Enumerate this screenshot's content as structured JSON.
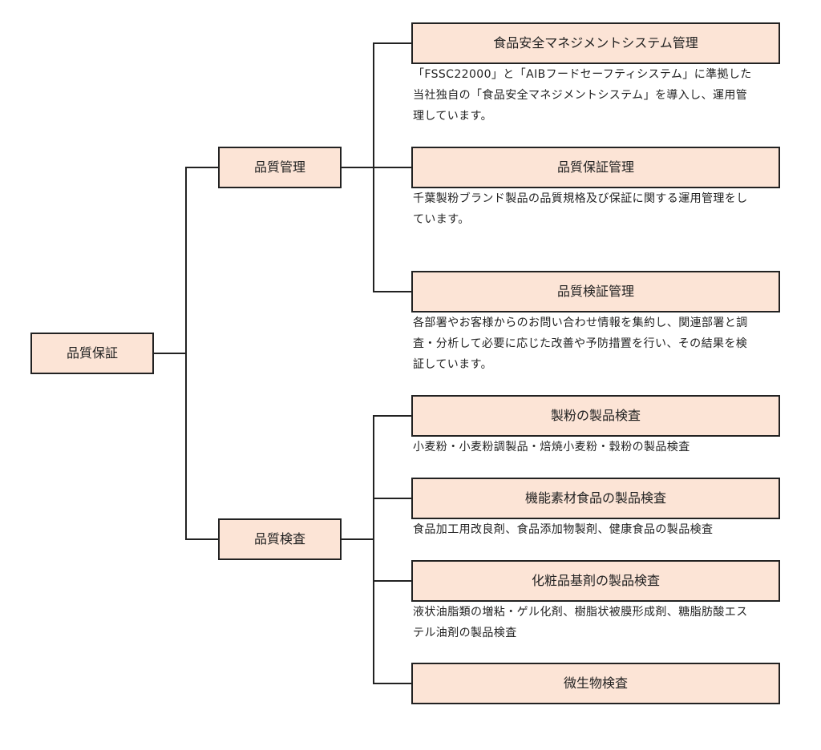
{
  "colors": {
    "box_fill": "#fce4d6",
    "box_border": "#222222",
    "line": "#222222",
    "text": "#222222"
  },
  "root": {
    "label": "品質保証"
  },
  "branches": [
    {
      "label": "品質管理",
      "children": [
        {
          "label": "食品安全マネジメントシステム管理",
          "description": "「FSSC22000」と「AIBフードセーフティシステム」に準拠した\n当社独自の「食品安全マネジメントシステム」を導入し、運用管\n理しています。"
        },
        {
          "label": "品質保証管理",
          "description": "千葉製粉ブランド製品の品質規格及び保証に関する運用管理をし\nています。"
        },
        {
          "label": "品質検証管理",
          "description": "各部署やお客様からのお問い合わせ情報を集約し、関連部署と調\n査・分析して必要に応じた改善や予防措置を行い、その結果を検\n証しています。"
        }
      ]
    },
    {
      "label": "品質検査",
      "children": [
        {
          "label": "製粉の製品検査",
          "description": "小麦粉・小麦粉調製品・焙焼小麦粉・穀粉の製品検査"
        },
        {
          "label": "機能素材食品の製品検査",
          "description": "食品加工用改良剤、食品添加物製剤、健康食品の製品検査"
        },
        {
          "label": "化粧品基剤の製品検査",
          "description": "液状油脂類の増粘・ゲル化剤、樹脂状被膜形成剤、糖脂肪酸エス\nテル油剤の製品検査"
        },
        {
          "label": "微生物検査",
          "description": ""
        }
      ]
    }
  ]
}
